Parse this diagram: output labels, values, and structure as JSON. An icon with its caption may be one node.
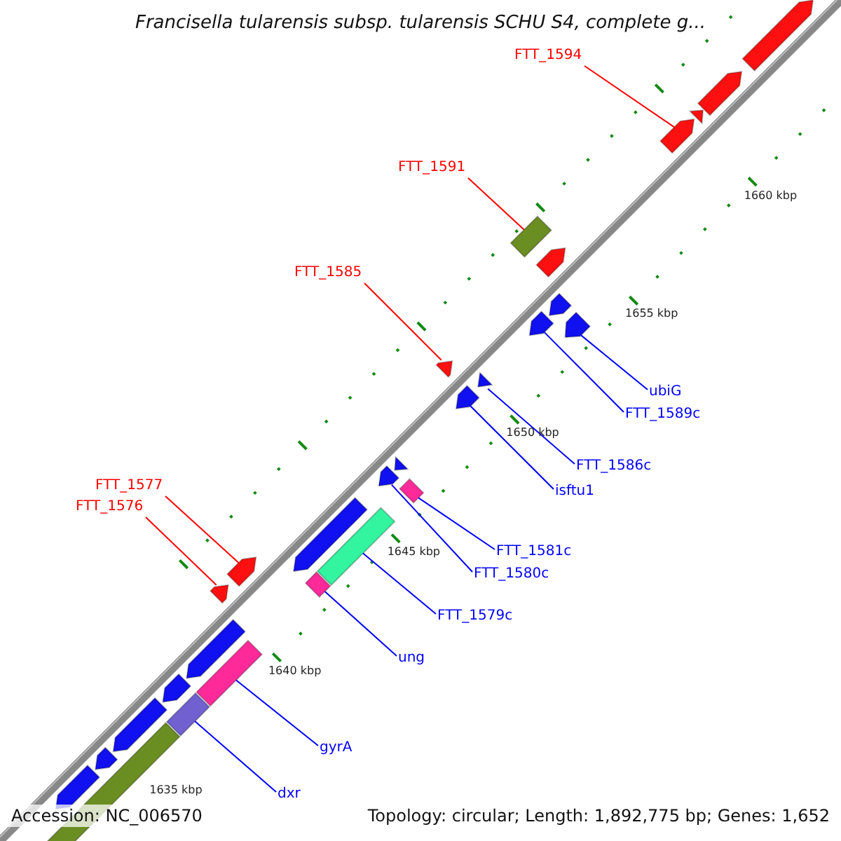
{
  "diagram": {
    "title": "Francisella tularensis subsp. tularensis SCHU S4, complete g...",
    "nodes": [
      {
        "text": [
          "FTT_1594"
        ]
      },
      {
        "text": [],
        "shape": "pentagon"
      },
      {
        "text": [
          "FTT_1591"
        ]
      },
      {
        "text": [],
        "shape": "bar"
      },
      {
        "text": [
          "FTT_1585"
        ]
      },
      {
        "text": [],
        "shape": "pentagon"
      },
      {
        "text": [
          "ubiG"
        ]
      },
      {
        "text": [],
        "shape": "pentagon"
      },
      {
        "text": [
          "FTT_1589c"
        ]
      },
      {
        "text": [],
        "shape": "pentagon"
      },
      {
        "text": [
          "FTT_1586c"
        ]
      },
      {
        "text": [],
        "shape": "pentagon"
      },
      {
        "text": [
          "isftu1"
        ]
      },
      {
        "text": [],
        "shape": "pentagon"
      },
      {
        "text": [
          "FTT_1577"
        ]
      },
      {
        "text": [],
        "shape": "pentagon"
      },
      {
        "text": [
          "FTT_1576"
        ]
      },
      {
        "text": [],
        "shape": "pentagon"
      },
      {
        "text": [
          "FTT_1581c"
        ]
      },
      {
        "text": [],
        "shape": "bar"
      },
      {
        "text": [
          "FTT_1580c"
        ]
      },
      {
        "text": [],
        "shape": "pentagon"
      },
      {
        "text": [
          "FTT_1579c"
        ]
      },
      {
        "text": [],
        "shape": "bar"
      },
      {
        "text": [
          "ung"
        ]
      },
      {
        "text": [],
        "shape": "bar"
      },
      {
        "text": [
          "gyrA"
        ]
      },
      {
        "text": [],
        "shape": "bar"
      },
      {
        "text": [
          "dxr"
        ]
      },
      {
        "text": [],
        "shape": "bar"
      },
      {
        "text": [],
        "shape": "pentagon"
      },
      {
        "text": [],
        "shape": "pentagon"
      },
      {
        "text": [],
        "shape": "pentagon"
      },
      {
        "text": [],
        "shape": "pentagon"
      },
      {
        "text": [],
        "shape": "pentagon"
      },
      {
        "text": [],
        "shape": "pentagon"
      },
      {
        "text": [],
        "shape": "pentagon"
      },
      {
        "text": [],
        "shape": "pentagon"
      },
      {
        "text": [],
        "shape": "pentagon"
      },
      {
        "text": [],
        "shape": "pentagon"
      },
      {
        "text": [],
        "shape": "pentagon"
      },
      {
        "text": [],
        "shape": "pentagon"
      },
      {
        "text": [],
        "shape": "bar"
      }
    ],
    "edges": [
      {
        "from": 0,
        "to": 1,
        "arrow": "none",
        "color": "#ff0000"
      },
      {
        "from": 2,
        "to": 3,
        "arrow": "none",
        "color": "#ff0000"
      },
      {
        "from": 4,
        "to": 5,
        "arrow": "none",
        "color": "#ff0000"
      },
      {
        "from": 6,
        "to": 7,
        "arrow": "none"
      },
      {
        "from": 8,
        "to": 9,
        "arrow": "none"
      },
      {
        "from": 10,
        "to": 11,
        "arrow": "none"
      },
      {
        "from": 12,
        "to": 13,
        "arrow": "none"
      },
      {
        "from": 14,
        "to": 15,
        "arrow": "none",
        "color": "#ff0000"
      },
      {
        "from": 16,
        "to": 17,
        "arrow": "none",
        "color": "#ff0000"
      },
      {
        "from": 18,
        "to": 19,
        "arrow": "none"
      },
      {
        "from": 20,
        "to": 21,
        "arrow": "none"
      },
      {
        "from": 22,
        "to": 23,
        "arrow": "none"
      },
      {
        "from": 24,
        "to": 25,
        "arrow": "none"
      },
      {
        "from": 26,
        "to": 27,
        "arrow": "none"
      },
      {
        "from": 28,
        "to": 29,
        "arrow": "none"
      }
    ],
    "labels": [
      "1660 kbp",
      "1655 kbp",
      "1650 kbp",
      "1645 kbp",
      "1640 kbp",
      "1635 kbp",
      "Accession: NC_006570",
      "Topology: circular; Length: 1,892,775 bp; Genes: 1,652"
    ]
  }
}
